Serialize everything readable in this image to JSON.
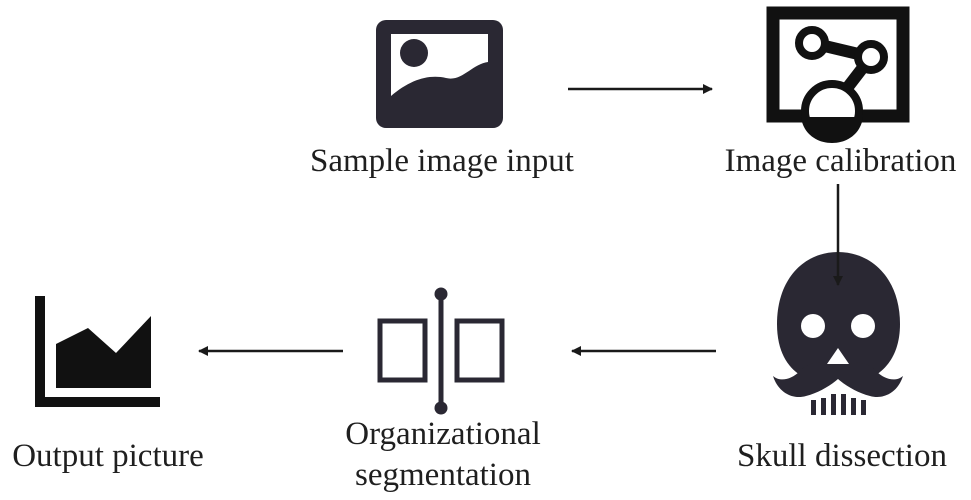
{
  "nodes": {
    "sample_input": {
      "label": "Sample image input",
      "icon": "image-icon"
    },
    "calibration": {
      "label": "Image calibration",
      "icon": "calibration-graph-icon"
    },
    "skull": {
      "label": "Skull dissection",
      "icon": "skull-mustache-icon"
    },
    "segmentation": {
      "label_line1": "Organizational",
      "label_line2": "segmentation",
      "icon": "split-boxes-icon"
    },
    "output": {
      "label": "Output picture",
      "icon": "area-chart-icon"
    }
  },
  "colors": {
    "icon": "#2a2833",
    "arrow": "#1a1a1a",
    "text": "#1f1f1f"
  }
}
